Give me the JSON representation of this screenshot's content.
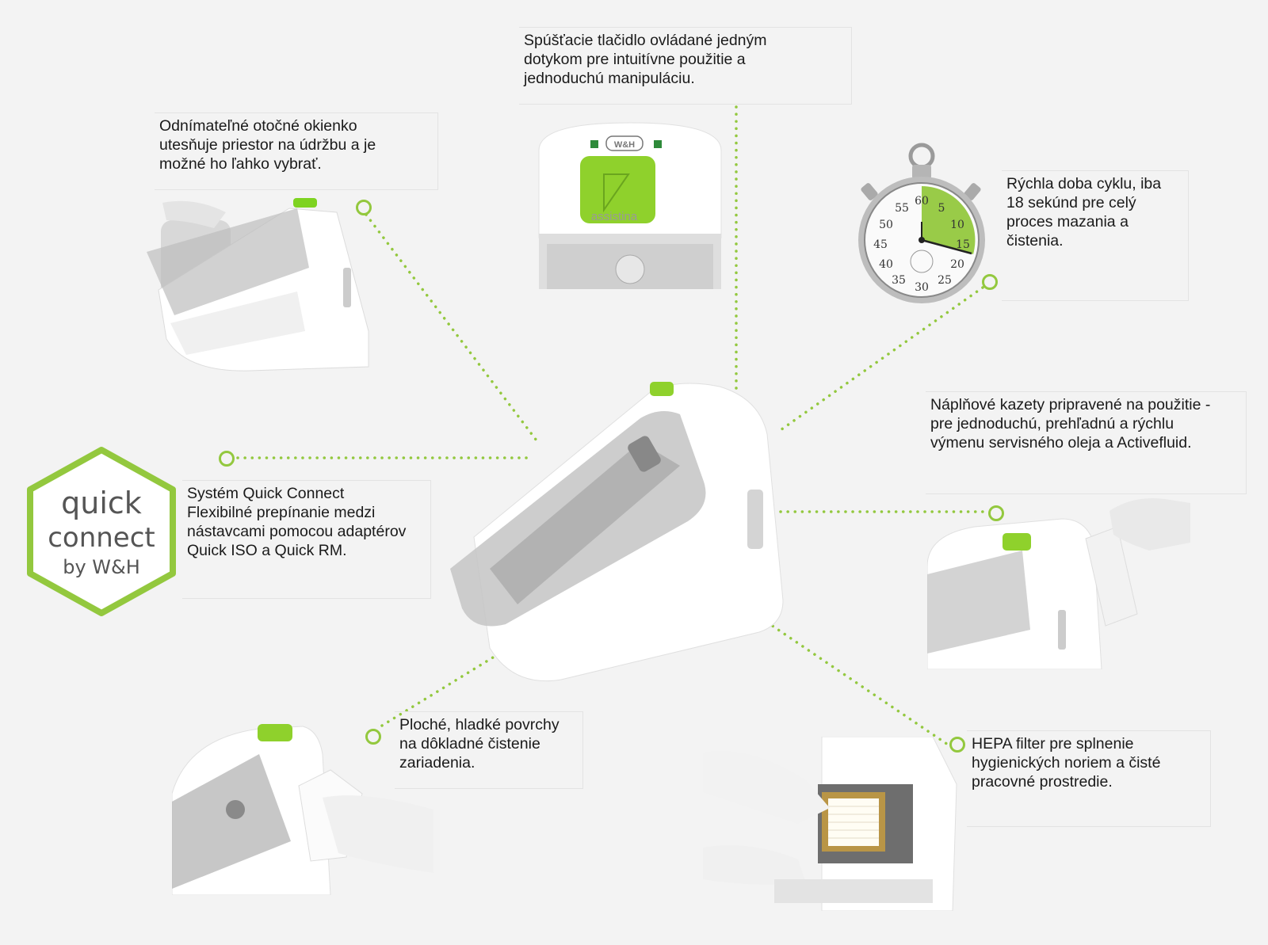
{
  "accent": "#93c83e",
  "device_brand": "W&H",
  "device_name": "assistina",
  "quick_connect_logo": {
    "line1": "quick",
    "line2": "connect",
    "line3": "by W&H"
  },
  "stopwatch_numbers": [
    "5",
    "10",
    "15",
    "20",
    "25",
    "30",
    "35",
    "40",
    "45",
    "50",
    "55",
    "60"
  ],
  "captions": {
    "removable_window": "Odnímateľné otočné okienko\nutesňuje priestor na údržbu a je\nmožné ho ľahko vybrať.",
    "start_button": "Spúšťacie tlačidlo ovládané jedným\ndotykom pre intuitívne použitie a\njednoduchú manipuláciu.",
    "cycle_time": "Rýchla doba cyklu, iba\n18 sekúnd pre celý\nproces mazania a\nčistenia.",
    "cartridges": "Náplňové kazety pripravené na použitie -\npre jednoduchú, prehľadnú a rýchlu\nvýmenu servisného oleja a Activefluid.",
    "quick_connect": "Systém Quick Connect\nFlexibilné prepínanie medzi\nnástavcami pomocou adaptérov\nQuick ISO a Quick RM.",
    "surfaces": "Ploché, hladké povrchy\nna dôkladné čistenie\nzariadenia.",
    "hepa": "HEPA filter pre splnenie\nhygienických noriem a čisté\npracovné prostredie."
  }
}
